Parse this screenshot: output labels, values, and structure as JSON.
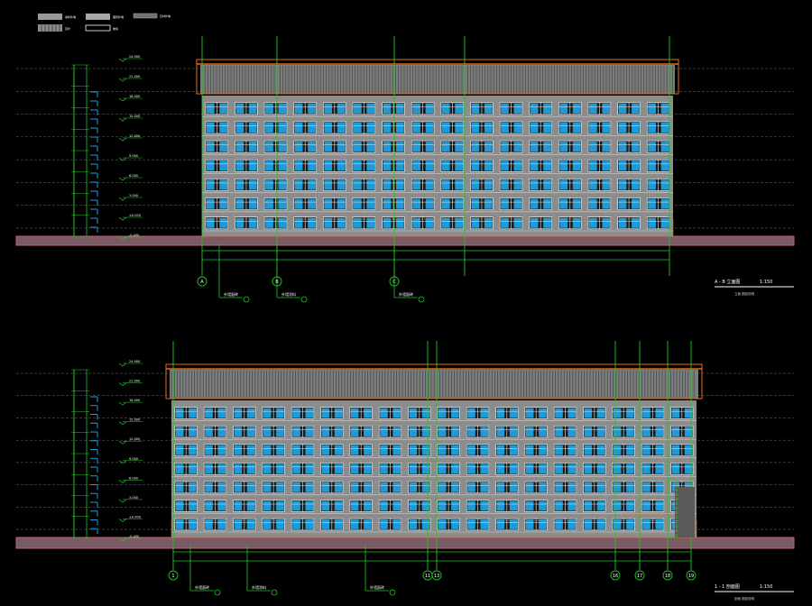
{
  "legend": [
    {
      "id": "legend-swatch-1",
      "label": "涂料外墙"
    },
    {
      "id": "legend-swatch-2",
      "label": "面砖外墙"
    },
    {
      "id": "legend-swatch-3",
      "label": "石材外墙"
    },
    {
      "id": "legend-swatch-4",
      "label": "百叶"
    },
    {
      "id": "legend-swatch-5",
      "label": "玻璃"
    }
  ],
  "elevation_1": {
    "elev_labels": [
      "24.900",
      "21.000",
      "18.000",
      "15.000",
      "12.000",
      "9.000",
      "6.000",
      "3.000",
      "±0.000",
      "-0.450"
    ],
    "axis_labels": [
      "A",
      "B",
      "C"
    ],
    "callouts": [
      "外墙面砖",
      "外墙涂料",
      "外墙面砖"
    ],
    "title": "A - B 立面图",
    "scale": "1:150",
    "subtitle": "立面 图纸说明"
  },
  "elevation_2": {
    "elev_labels": [
      "24.900",
      "21.000",
      "18.000",
      "15.000",
      "12.000",
      "9.000",
      "6.000",
      "3.000",
      "±0.000",
      "-0.450"
    ],
    "axis_labels": [
      "1",
      "11",
      "13",
      "16",
      "17",
      "18",
      "19"
    ],
    "callouts": [
      "外墙面砖",
      "外墙涂料",
      "外墙面砖"
    ],
    "title": "1 - 1 剖面图",
    "scale": "1:150",
    "subtitle": "剖面 图纸说明"
  },
  "colors": {
    "background": "#000000",
    "facade": "#8c8c8c",
    "window_blue": "#1e9bd7",
    "frame_white": "#e8e8e8",
    "roof_orange": "#e07020",
    "axis_green": "#24c624",
    "ground_red": "#c06070",
    "dash_gray": "#6e6e6e"
  }
}
